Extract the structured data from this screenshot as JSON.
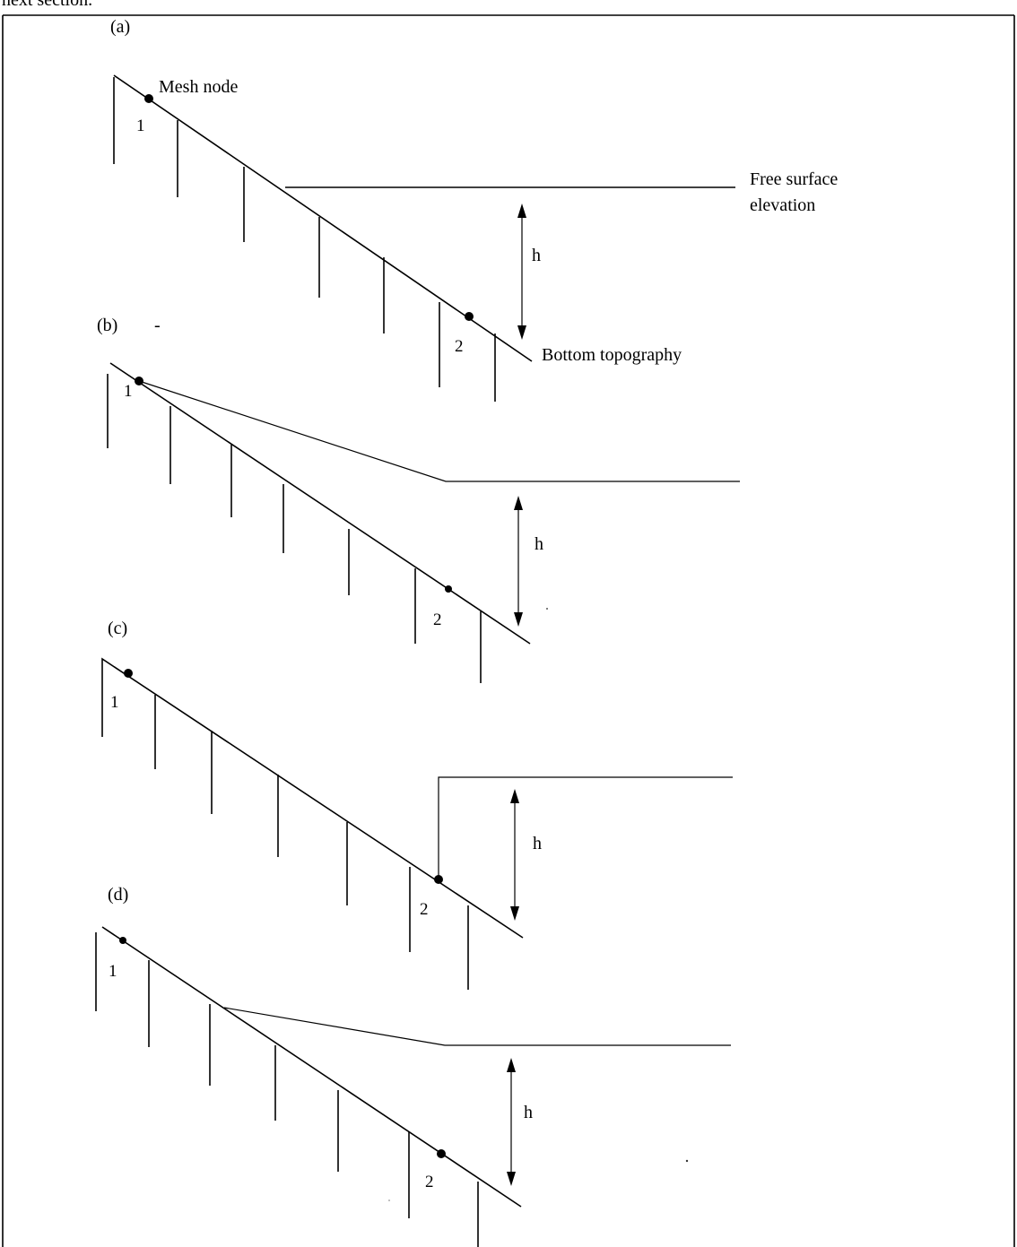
{
  "header_text": "next section.",
  "labels": {
    "mesh_node": "Mesh node",
    "free_surface": [
      "Free surface",
      "elevation"
    ],
    "bottom_topography": "Bottom topography",
    "depth": "h"
  },
  "panels": [
    {
      "id": "a",
      "label": "(a)",
      "node1": "1",
      "node2": "2",
      "extra_mark": ""
    },
    {
      "id": "b",
      "label": "(b)",
      "node1": "1",
      "node2": "2",
      "extra_mark": "-"
    },
    {
      "id": "c",
      "label": "(c)",
      "node1": "1",
      "node2": "2",
      "extra_mark": ""
    },
    {
      "id": "d",
      "label": "(d)",
      "node1": "1",
      "node2": "2",
      "extra_mark": ""
    }
  ]
}
